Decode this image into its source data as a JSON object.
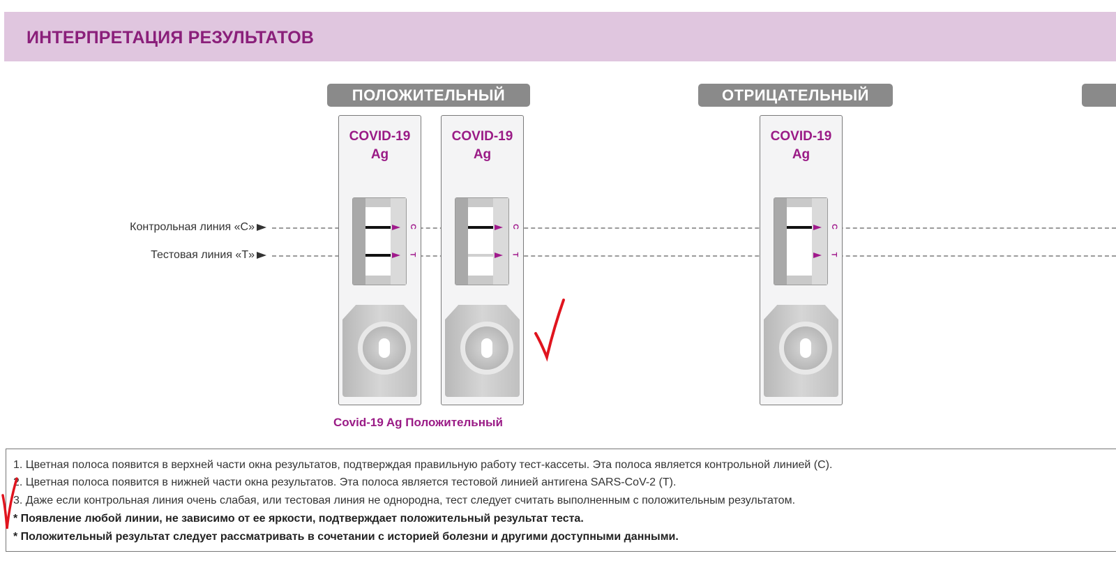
{
  "header": {
    "title": "ИНТЕРПРЕТАЦИЯ РЕЗУЛЬТАТОВ"
  },
  "tags": {
    "positive": "ПОЛОЖИТЕЛЬНЫЙ",
    "negative": "ОТРИЦАТЕЛЬНЫЙ"
  },
  "side_labels": {
    "control": "Контрольная линия «C»",
    "test": "Тестовая линия «T»"
  },
  "cassettes": [
    {
      "title1": "COVID-19",
      "title2": "Ag",
      "c_label": "C",
      "t_label": "T",
      "control_line": "strong",
      "test_line": "strong"
    },
    {
      "title1": "COVID-19",
      "title2": "Ag",
      "c_label": "C",
      "t_label": "T",
      "control_line": "strong",
      "test_line": "faint"
    },
    {
      "title1": "COVID-19",
      "title2": "Ag",
      "c_label": "C",
      "t_label": "T",
      "control_line": "strong",
      "test_line": "none"
    }
  ],
  "caption": "Covid-19 Ag Положительный",
  "notes": [
    "1. Цветная полоса появится в верхней части окна результатов, подтверждая правильную работу тест-кассеты. Эта полоса является контрольной линией (C).",
    "2.  Цветная полоса появится в нижней части окна результатов. Эта полоса является тестовой линией антигена SARS-CoV-2 (T).",
    "3.  Даже если контрольная линия очень слабая, или тестовая линия не однородна, тест следует считать выполненным с положительным результатом.",
    "* Появление любой линии, не зависимо от ее яркости, подтверждает положительный результат теста.",
    "* Положительный результат следует рассматривать в сочетании с историей болезни и другими доступными данными."
  ],
  "colors": {
    "accent": "#9a1b86",
    "header_bg": "#e0c6df",
    "tag_bg": "#8a8a8a",
    "check": "#e0141e"
  }
}
